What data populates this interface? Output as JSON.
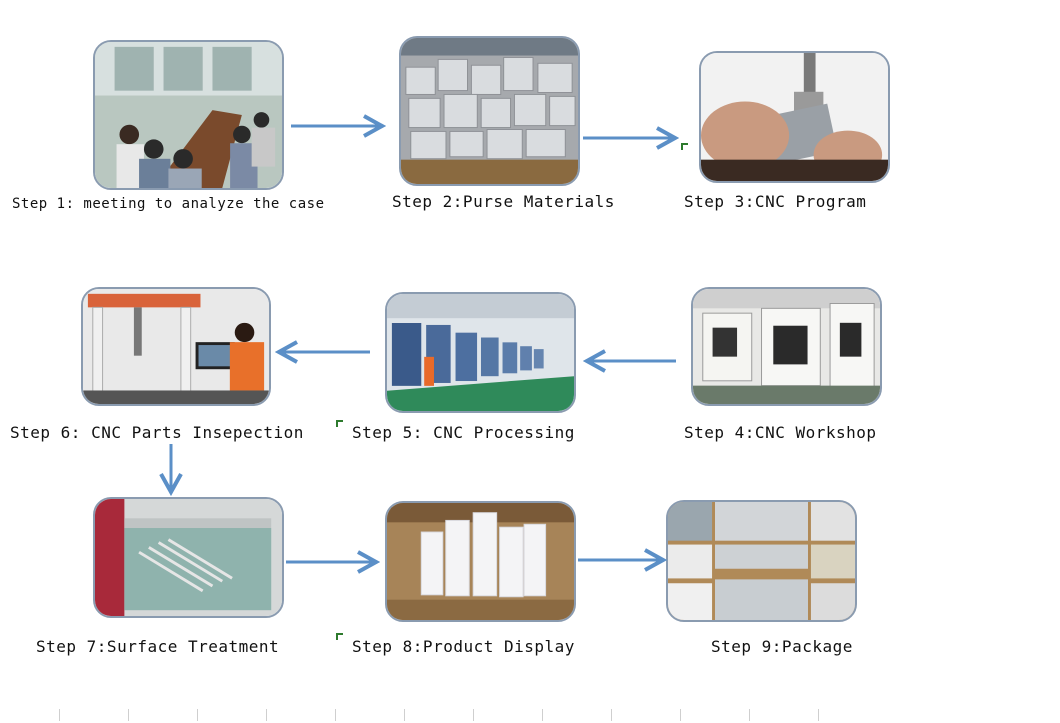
{
  "steps": {
    "s1": "Step 1: meeting to analyze the case",
    "s2": "Step 2:Purse Materials",
    "s3": "Step 3:CNC Program",
    "s4": "Step 4:CNC Workshop",
    "s5": "Step 5: CNC Processing",
    "s6": "Step 6: CNC Parts Insepection",
    "s7": "Step 7:Surface Treatment",
    "s8": "Step 8:Product Display",
    "s9": "Step 9:Package"
  },
  "colors": {
    "arrow": "#5b8fc7",
    "frame": "#8a9bb0"
  }
}
